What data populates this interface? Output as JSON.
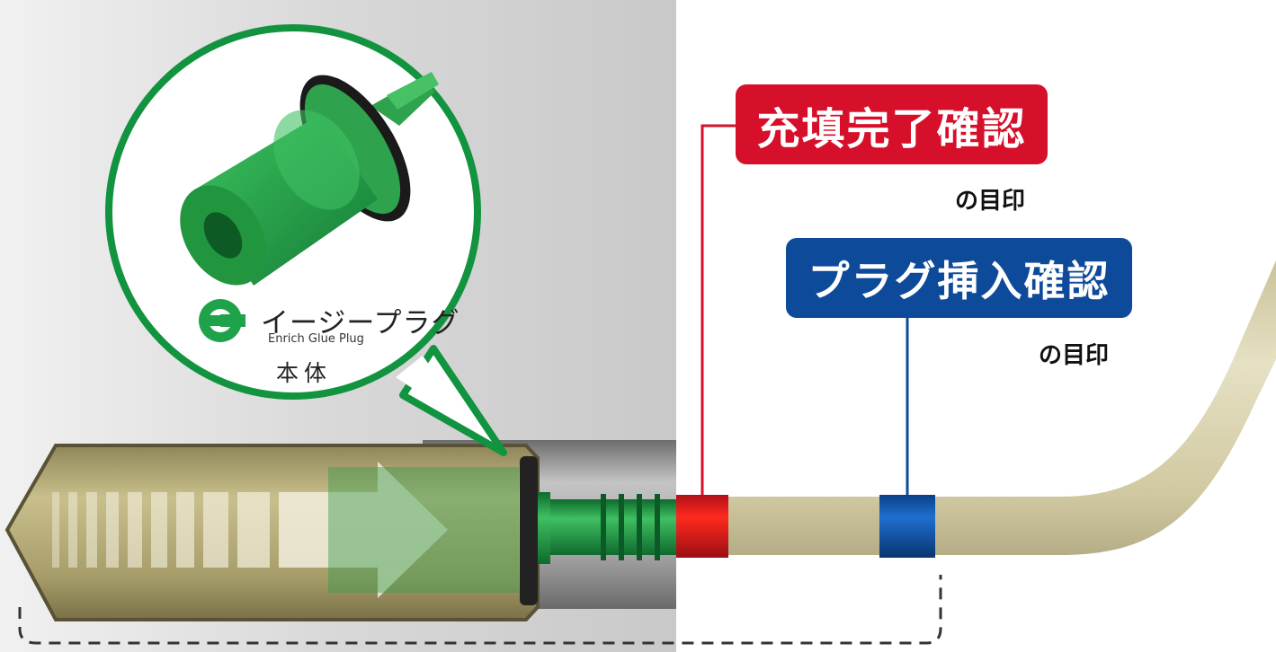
{
  "labels": {
    "fill_check": "充填完了確認",
    "fill_check_sub": "の目印",
    "insert_check": "プラグ挿入確認",
    "insert_check_sub": "の目印"
  },
  "product": {
    "brand_name": "イージープラグ",
    "brand_sub": "Enrich Glue Plug",
    "part_label": "本体"
  },
  "colors": {
    "fill_marker": "#d6102a",
    "insert_marker": "#0d4a9a",
    "plug_green": "#1f9a4a",
    "callout_border": "#12933f",
    "tube": "#d9d4ae",
    "anchor": "#b3a977"
  }
}
